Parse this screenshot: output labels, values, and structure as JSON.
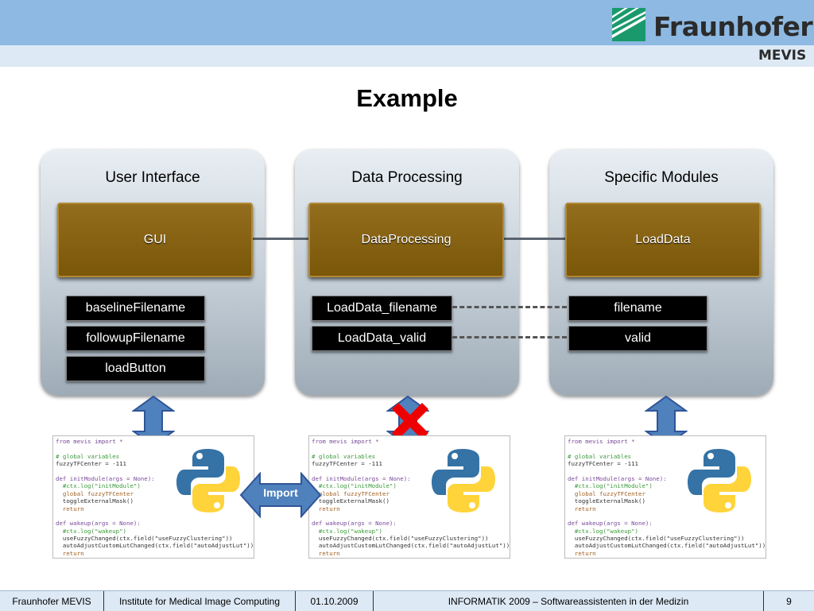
{
  "header": {
    "logo_name": "Fraunhofer",
    "logo_sub": "MEVIS"
  },
  "title": "Example",
  "panels": [
    {
      "title": "User Interface",
      "module": "GUI",
      "fields": [
        "baselineFilename",
        "followupFilename",
        "loadButton"
      ]
    },
    {
      "title": "Data Processing",
      "module": "DataProcessing",
      "fields": [
        "LoadData_filename",
        "LoadData_valid"
      ]
    },
    {
      "title": "Specific Modules",
      "module": "LoadData",
      "fields": [
        "filename",
        "valid"
      ]
    }
  ],
  "import_label": "Import",
  "code_lines": [
    "from mevis import *",
    "",
    "# global variables",
    "fuzzyTFCenter = -111",
    "",
    "def initModule(args = None):",
    "  #ctx.log(\"initModule\")",
    "  global fuzzyTFCenter",
    "  toggleExternalMask()",
    "  return",
    "",
    "def wakeup(args = None):",
    "  #ctx.log(\"wakeup\")",
    "  useFuzzyChanged(ctx.field(\"useFuzzyClustering\"))",
    "  autoAdjustCustomLutChanged(ctx.field(\"autoAdjustLut\"))",
    "  return"
  ],
  "icons": {
    "double_arrow": "up-down-arrow-icon",
    "blocked": "red-cross-icon",
    "python": "python-logo-icon"
  },
  "colors": {
    "header": "#8db9e2",
    "module_fill": "#8a6414",
    "arrow": "#4f81bd",
    "cross": "#ee0000"
  },
  "footer": {
    "org": "Fraunhofer MEVIS",
    "institute": "Institute for Medical Image Computing",
    "date": "01.10.2009",
    "event": "INFORMATIK 2009 – Softwareassistenten in der Medizin",
    "page": "9"
  }
}
